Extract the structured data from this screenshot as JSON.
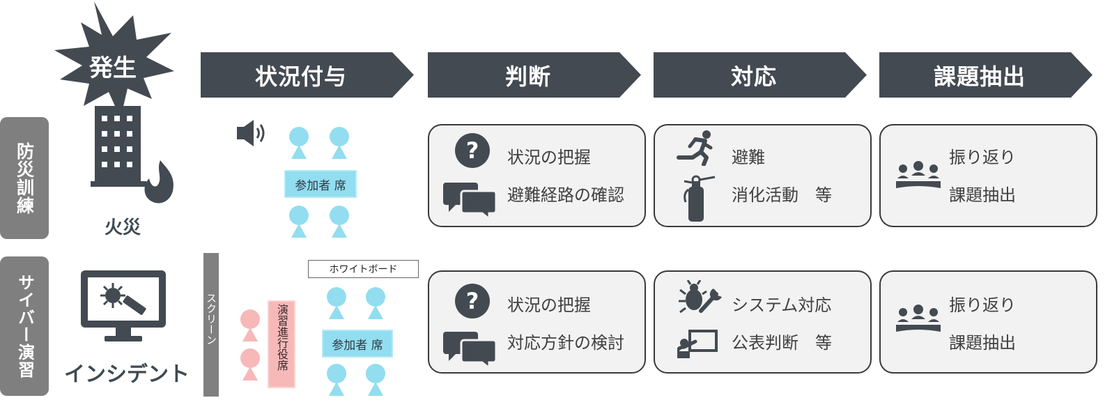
{
  "occurrence": {
    "label": "発生"
  },
  "phases": [
    {
      "label": "状況付与"
    },
    {
      "label": "判断"
    },
    {
      "label": "対応"
    },
    {
      "label": "課題抽出"
    }
  ],
  "rows": [
    {
      "label": "防災訓練",
      "event_caption": "火災",
      "seat_label": "参加者 席",
      "judgment": [
        "状況の把握",
        "避難経路の確認"
      ],
      "response": [
        "避難",
        "消化活動　等"
      ],
      "issues": [
        "振り返り",
        "課題抽出"
      ]
    },
    {
      "label": "サイバー演習",
      "event_caption": "インシデント",
      "seat_label": "参加者 席",
      "screen_label": "スクリーン",
      "whiteboard_label": "ホワイトボード",
      "facilitator_label": "演習進行役席",
      "judgment": [
        "状況の把握",
        "対応方針の検討"
      ],
      "response": [
        "システム対応",
        "公表判断　等"
      ],
      "issues": [
        "振り返り",
        "課題抽出"
      ]
    }
  ],
  "colors": {
    "dark": "#434a51",
    "row_label_bg": "#7f7f7f",
    "participant": "#92ddf0",
    "facilitator": "#f7b8b8",
    "card_bg": "#f2f2f2"
  }
}
